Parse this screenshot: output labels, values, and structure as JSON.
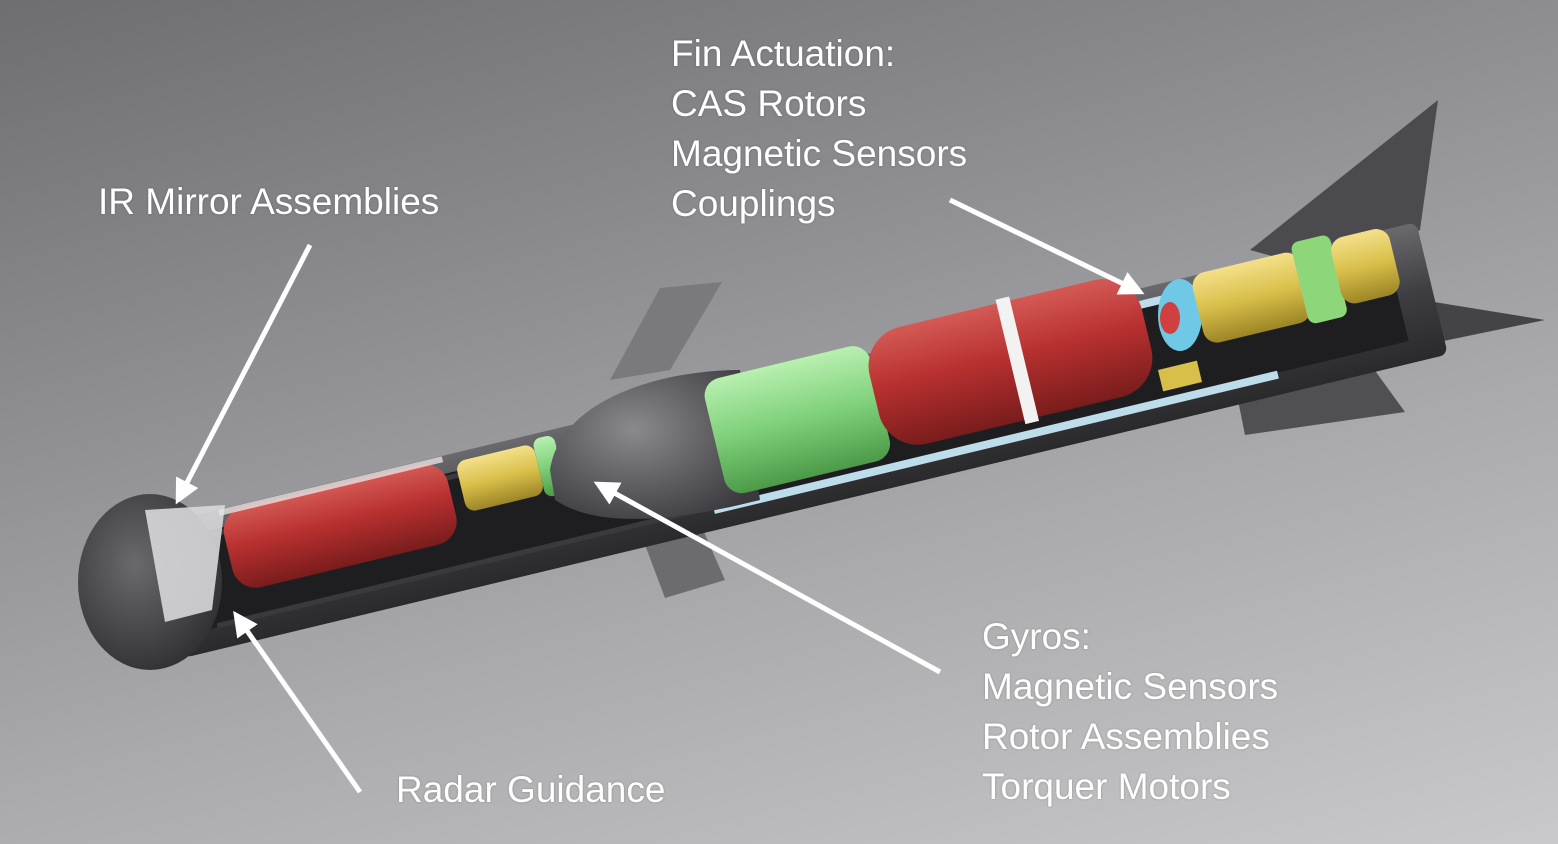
{
  "labels": {
    "ir_mirror": "IR Mirror Assemblies",
    "radar": "Radar Guidance",
    "fin_actuation": {
      "title": "Fin Actuation:",
      "items": [
        "CAS Rotors",
        "Magnetic Sensors",
        "Couplings"
      ]
    },
    "gyros": {
      "title": "Gyros:",
      "items": [
        "Magnetic Sensors",
        "Rotor Assemblies",
        "Torquer Motors"
      ]
    }
  },
  "colors": {
    "label_text": "#ffffff",
    "body_shell": "#4a4a4e",
    "red_component": "#b83030",
    "green_component": "#7fd07a",
    "yellow_component": "#d8bf4a",
    "light_blue_liner": "#bcdde9"
  }
}
